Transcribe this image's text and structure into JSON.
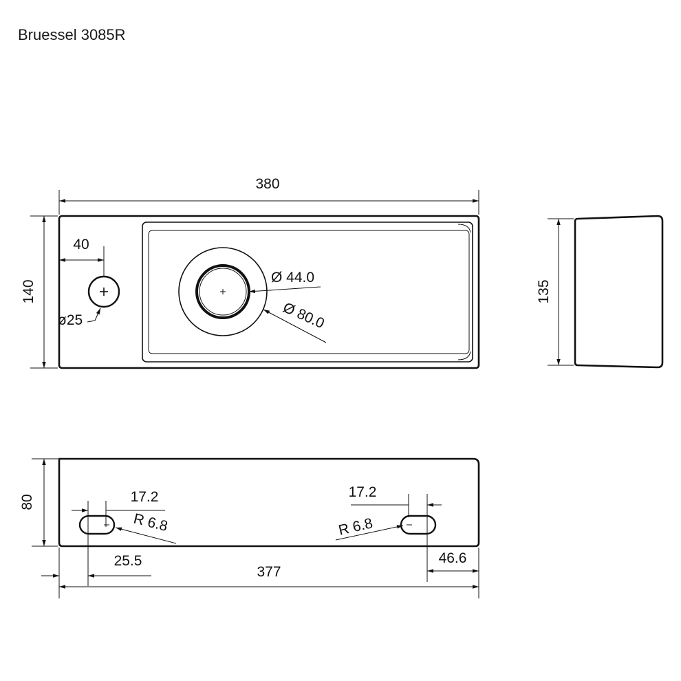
{
  "title": "Bruessel 3085R",
  "top_view": {
    "width_label": "380",
    "depth_label": "140",
    "tap_offset_label": "40",
    "tap_hole_label": "ø25",
    "drain_inner_label": "Ø 44.0",
    "drain_outer_label": "Ø 80.0"
  },
  "side_view": {
    "height_label": "135"
  },
  "back_view": {
    "height_label": "80",
    "left_slot_width_label": "17.2",
    "right_slot_width_label": "17.2",
    "left_slot_radius_label": "R 6.8",
    "right_slot_radius_label": "R 6.8",
    "left_offset_label": "25.5",
    "right_offset_label": "46.6",
    "total_width_label": "377"
  }
}
